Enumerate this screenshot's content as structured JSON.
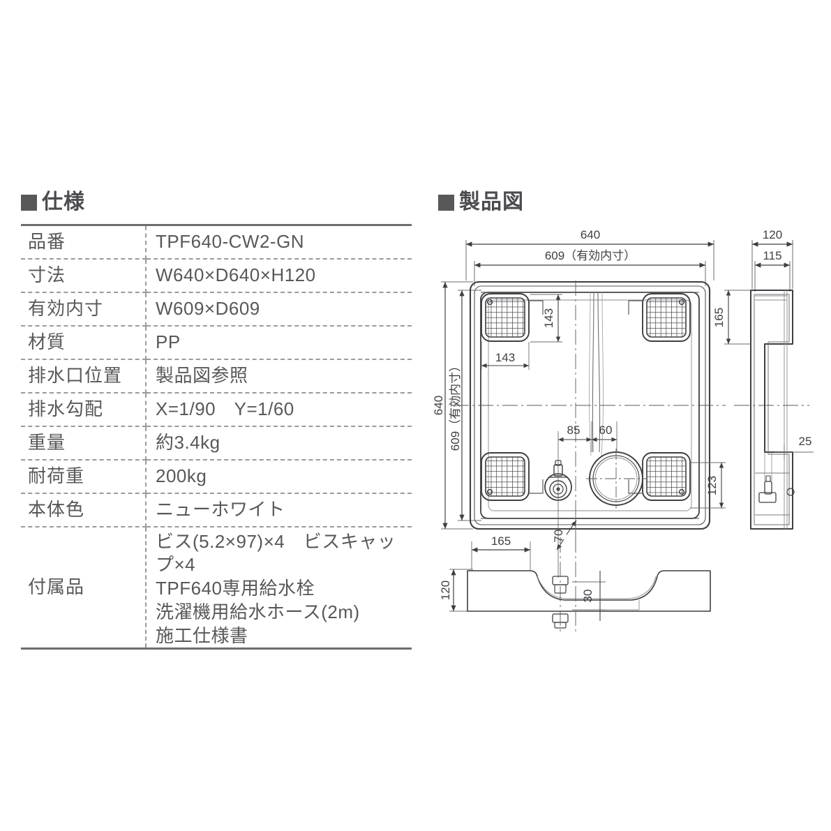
{
  "sections": {
    "spec": {
      "marker": "square-marker",
      "title": "仕様"
    },
    "drawing": {
      "marker": "square-marker",
      "title": "製品図"
    }
  },
  "spec_table": {
    "rows": [
      {
        "key": "品番",
        "value": "TPF640-CW2-GN"
      },
      {
        "key": "寸法",
        "value": "W640×D640×H120"
      },
      {
        "key": "有効内寸",
        "value": "W609×D609"
      },
      {
        "key": "材質",
        "value": "PP"
      },
      {
        "key": "排水口位置",
        "value": "製品図参照"
      },
      {
        "key": "排水勾配",
        "value": "X=1/90　Y=1/60"
      },
      {
        "key": "重量",
        "value": "約3.4kg"
      },
      {
        "key": "耐荷重",
        "value": "200kg"
      },
      {
        "key": "本体色",
        "value": "ニューホワイト"
      }
    ],
    "accessories": {
      "key": "付属品",
      "lines": [
        "ビス(5.2×97)×4　ビスキャップ×4",
        "TPF640専用給水栓",
        "洗濯機用給水ホース(2m)",
        "施工仕様書"
      ]
    }
  },
  "product_drawing": {
    "views": [
      "top-view",
      "right-side-view",
      "front-elevation-view"
    ],
    "dimensions": {
      "top_width_outer": "640",
      "top_width_inner": "609（有効内寸）",
      "left_height_outer": "640",
      "left_height_inner": "609（有効内寸）",
      "pan_corner_w": "143",
      "pan_corner_h": "143",
      "drain_offset_a": "85",
      "drain_offset_b": "60",
      "side_width_outer": "120",
      "side_width_inner": "115",
      "side_height_165": "165",
      "side_notch_25": "25",
      "side_bottom_123": "123",
      "front_offset_165": "165",
      "front_height_120": "120",
      "front_depth_70": "70",
      "front_depth_30": "30"
    }
  },
  "colors": {
    "text": "#58585b",
    "marker": "#58585b",
    "rule_solid": "#6d6d70",
    "rule_dashed": "#9a9a9e",
    "line_dark": "#3f3f43",
    "line_mid": "#6b6b70",
    "background": "#ffffff"
  }
}
